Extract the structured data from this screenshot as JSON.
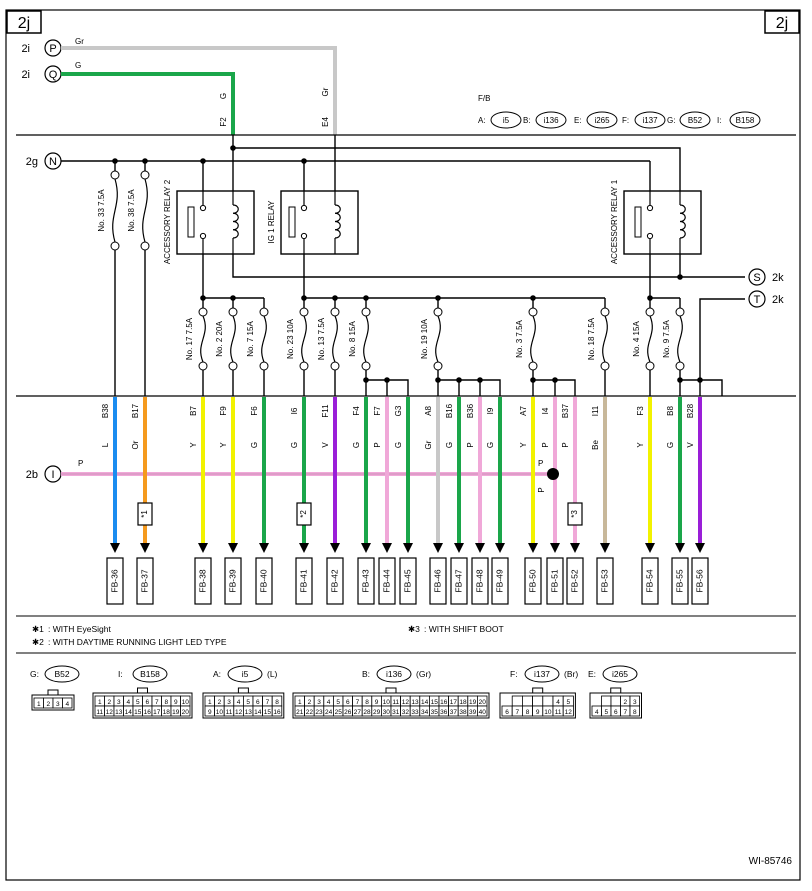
{
  "page": {
    "code_left": "2j",
    "code_right": "2j",
    "footer_code": "WI-85746"
  },
  "colors": {
    "Gr": "#c8c8c8",
    "G": "#1aa64a",
    "P": "#f0a8d8",
    "L": "#1a8cf0",
    "Or": "#f59a1e",
    "Y": "#f2f200",
    "V": "#9a1ed8",
    "Be": "#c8b89a"
  },
  "top_inputs": [
    {
      "page": "2i",
      "letter": "P",
      "color_code": "Gr"
    },
    {
      "page": "2i",
      "letter": "Q",
      "color_code": "G"
    }
  ],
  "fb_junctions": [
    {
      "pin": "F2",
      "color_code": "G"
    },
    {
      "pin": "E4",
      "color_code": "Gr"
    }
  ],
  "fb_legend": {
    "title": "F/B",
    "items": [
      {
        "prefix": "A:",
        "name": "i5"
      },
      {
        "prefix": "B:",
        "name": "i136"
      },
      {
        "prefix": "E:",
        "name": "i265"
      },
      {
        "prefix": "F:",
        "name": "i137"
      },
      {
        "prefix": "G:",
        "name": "B52"
      },
      {
        "prefix": "I:",
        "name": "B158"
      }
    ]
  },
  "power_input": {
    "page": "2g",
    "letter": "N"
  },
  "right_outputs": [
    {
      "letter": "S",
      "page": "2k"
    },
    {
      "letter": "T",
      "page": "2k"
    }
  ],
  "relays": [
    {
      "label": "ACCESSORY RELAY 2"
    },
    {
      "label": "IG 1 RELAY"
    },
    {
      "label": "ACCESSORY RELAY 1"
    }
  ],
  "upper_fuses": [
    {
      "label": "No. 33  7.5A"
    },
    {
      "label": "No. 38  7.5A"
    }
  ],
  "lower_fuses": [
    {
      "label": "No. 17  7.5A"
    },
    {
      "label": "No. 2  20A"
    },
    {
      "label": "No. 7  15A"
    },
    {
      "label": "No. 23  10A"
    },
    {
      "label": "No. 13  7.5A"
    },
    {
      "label": "No. 8  15A"
    },
    {
      "label": "No. 19  10A"
    },
    {
      "label": "No. 3  7.5A"
    },
    {
      "label": "No. 18  7.5A"
    },
    {
      "label": "No. 4  15A"
    },
    {
      "label": "No. 9  7.5A"
    }
  ],
  "left_input": {
    "page": "2b",
    "letter": "I",
    "color_code": "P"
  },
  "connectors": [
    {
      "pin": "B38",
      "color_code": "L",
      "terminal": "FB-36"
    },
    {
      "pin": "B17",
      "color_code": "Or",
      "terminal": "FB-37",
      "note": "*1"
    },
    {
      "pin": "B7",
      "color_code": "Y",
      "terminal": "FB-38"
    },
    {
      "pin": "F9",
      "color_code": "Y",
      "terminal": "FB-39"
    },
    {
      "pin": "F6",
      "color_code": "G",
      "terminal": "FB-40"
    },
    {
      "pin": "I6",
      "color_code": "G",
      "terminal": "FB-41",
      "note": "*2"
    },
    {
      "pin": "F11",
      "color_code": "V",
      "terminal": "FB-42"
    },
    {
      "pin": "F4",
      "color_code": "G",
      "terminal": "FB-43"
    },
    {
      "pin": "F7",
      "color_code": "P",
      "terminal": "FB-44"
    },
    {
      "pin": "G3",
      "color_code": "G",
      "terminal": "FB-45"
    },
    {
      "pin": "A8",
      "color_code": "Gr",
      "terminal": "FB-46"
    },
    {
      "pin": "B16",
      "color_code": "G",
      "terminal": "FB-47"
    },
    {
      "pin": "B36",
      "color_code": "P",
      "terminal": "FB-48"
    },
    {
      "pin": "I9",
      "color_code": "G",
      "terminal": "FB-49"
    },
    {
      "pin": "A7",
      "color_code": "Y",
      "terminal": "FB-50"
    },
    {
      "pin": "I4",
      "color_code": "P",
      "terminal": "FB-51"
    },
    {
      "pin": "B37",
      "color_code": "P",
      "terminal": "FB-52",
      "note": "*3"
    },
    {
      "pin": "I11",
      "color_code": "Be",
      "terminal": "FB-53"
    },
    {
      "pin": "F3",
      "color_code": "Y",
      "terminal": "FB-54"
    },
    {
      "pin": "B8",
      "color_code": "G",
      "terminal": "FB-55"
    },
    {
      "pin": "B28",
      "color_code": "V",
      "terminal": "FB-56"
    }
  ],
  "i4_branch_color": "P",
  "notes": [
    {
      "mark": "✱1",
      "text": ": WITH EyeSight"
    },
    {
      "mark": "✱2",
      "text": ": WITH DAYTIME RUNNING LIGHT LED TYPE"
    },
    {
      "mark": "✱3",
      "text": ": WITH SHIFT BOOT"
    }
  ],
  "connector_views": [
    {
      "key": "G:",
      "name": "B52",
      "sub": "",
      "rows": [
        [
          "1",
          "2",
          "3",
          "4"
        ]
      ]
    },
    {
      "key": "I:",
      "name": "B158",
      "sub": "",
      "rows": [
        [
          "1",
          "2",
          "3",
          "4",
          "5",
          "6",
          "7",
          "8",
          "9",
          "10"
        ],
        [
          "11",
          "12",
          "13",
          "14",
          "15",
          "16",
          "17",
          "18",
          "19",
          "20"
        ]
      ]
    },
    {
      "key": "A:",
      "name": "i5",
      "sub": "(L)",
      "rows": [
        [
          "1",
          "2",
          "3",
          "4",
          "5",
          "6",
          "7",
          "8"
        ],
        [
          "9",
          "10",
          "11",
          "12",
          "13",
          "14",
          "15",
          "16"
        ]
      ]
    },
    {
      "key": "B:",
      "name": "i136",
      "sub": "(Gr)",
      "rows": [
        [
          "1",
          "2",
          "3",
          "4",
          "5",
          "6",
          "7",
          "8",
          "9",
          "10",
          "11",
          "12",
          "13",
          "14",
          "15",
          "16",
          "17",
          "18",
          "19",
          "20"
        ],
        [
          "21",
          "22",
          "23",
          "24",
          "25",
          "26",
          "27",
          "28",
          "29",
          "30",
          "31",
          "32",
          "33",
          "34",
          "35",
          "36",
          "37",
          "38",
          "39",
          "40"
        ]
      ]
    },
    {
      "key": "F:",
      "name": "i137",
      "sub": "(Br)",
      "rows": [
        [
          "",
          "",
          "",
          "",
          "4",
          "5"
        ],
        [
          "6",
          "7",
          "8",
          "9",
          "10",
          "11",
          "12"
        ]
      ]
    },
    {
      "key": "E:",
      "name": "i265",
      "sub": "",
      "rows": [
        [
          "",
          "",
          "2",
          "3"
        ],
        [
          "4",
          "5",
          "6",
          "7",
          "8"
        ]
      ]
    }
  ]
}
